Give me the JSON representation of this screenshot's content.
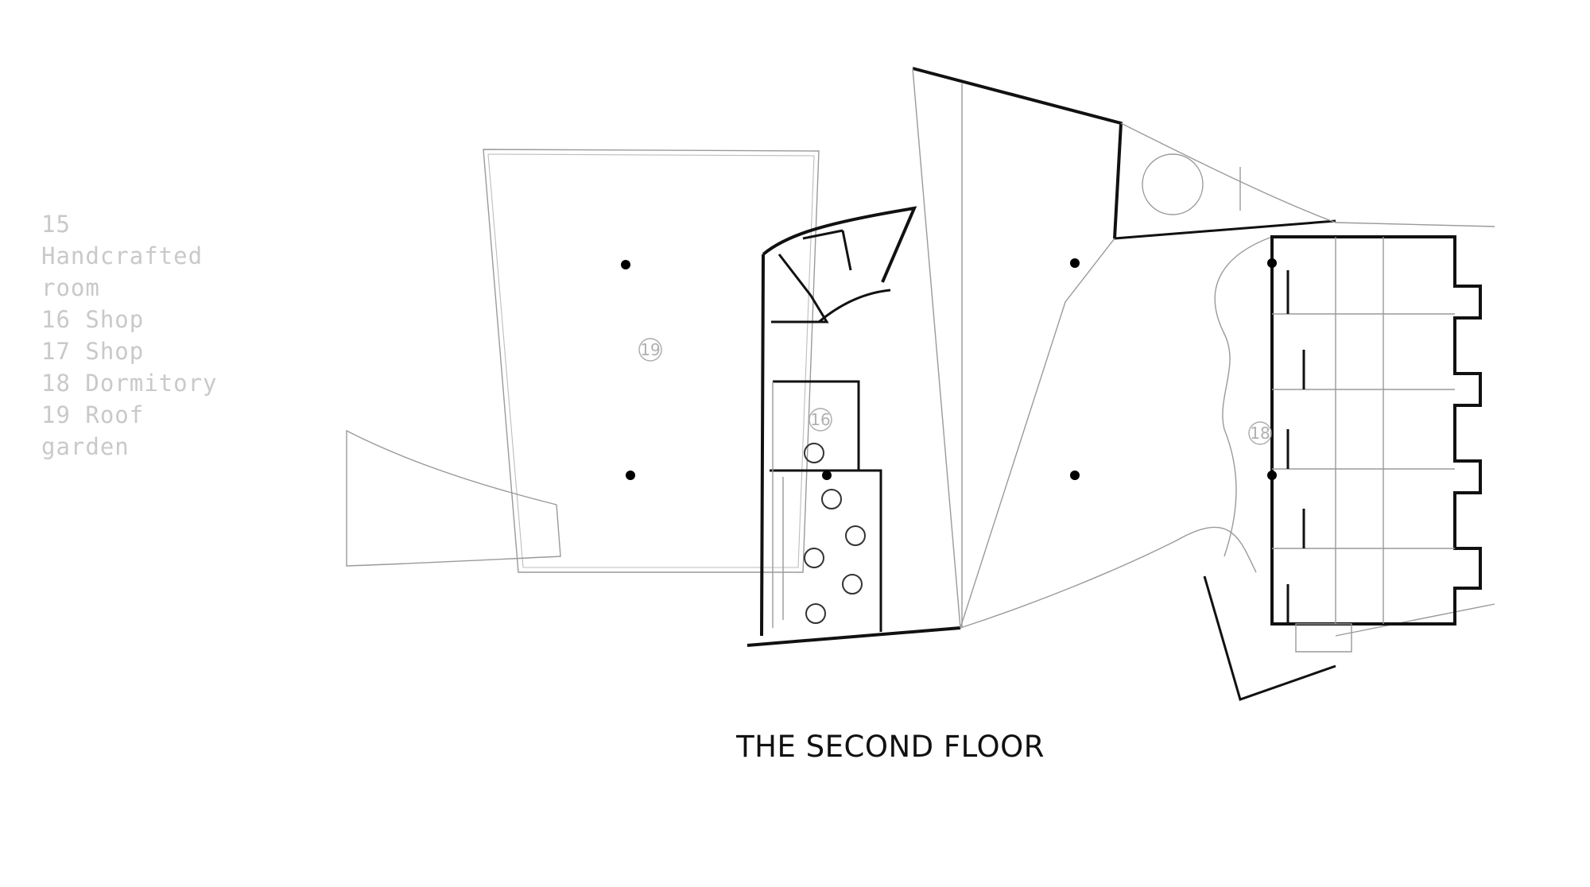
{
  "legend": {
    "items": [
      "15 Handcrafted room",
      "16 Shop",
      "17 Shop",
      "18 Dormitory",
      "19 Roof garden"
    ]
  },
  "title": "THE SECOND FLOOR",
  "room_tags": [
    "19",
    "16",
    "18"
  ]
}
